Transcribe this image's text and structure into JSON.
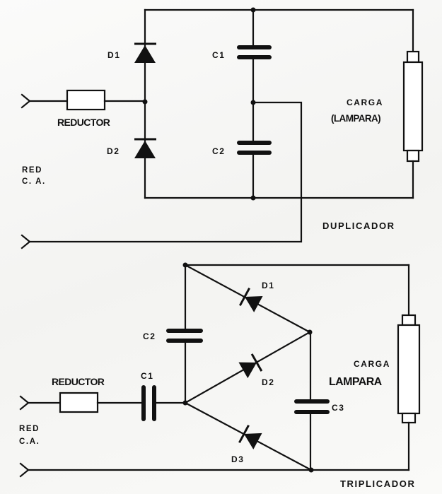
{
  "duplicator": {
    "title": "DUPLICADOR",
    "input_label_line1": "RED",
    "input_label_line2": "C. A.",
    "resistor_label": "REDUCTOR",
    "diode1_label": "D1",
    "diode2_label": "D2",
    "cap1_label": "C1",
    "cap2_label": "C2",
    "load_label_line1": "CARGA",
    "load_label_line2": "(LAMPARA)"
  },
  "triplicator": {
    "title": "TRIPLICADOR",
    "input_label_line1": "RED",
    "input_label_line2": "C.A.",
    "resistor_label": "REDUCTOR",
    "diode1_label": "D1",
    "diode2_label": "D2",
    "diode3_label": "D3",
    "cap1_label": "C1",
    "cap2_label": "C2",
    "cap3_label": "C3",
    "load_label_line1": "CARGA",
    "load_label_line2": "LAMPARA"
  }
}
